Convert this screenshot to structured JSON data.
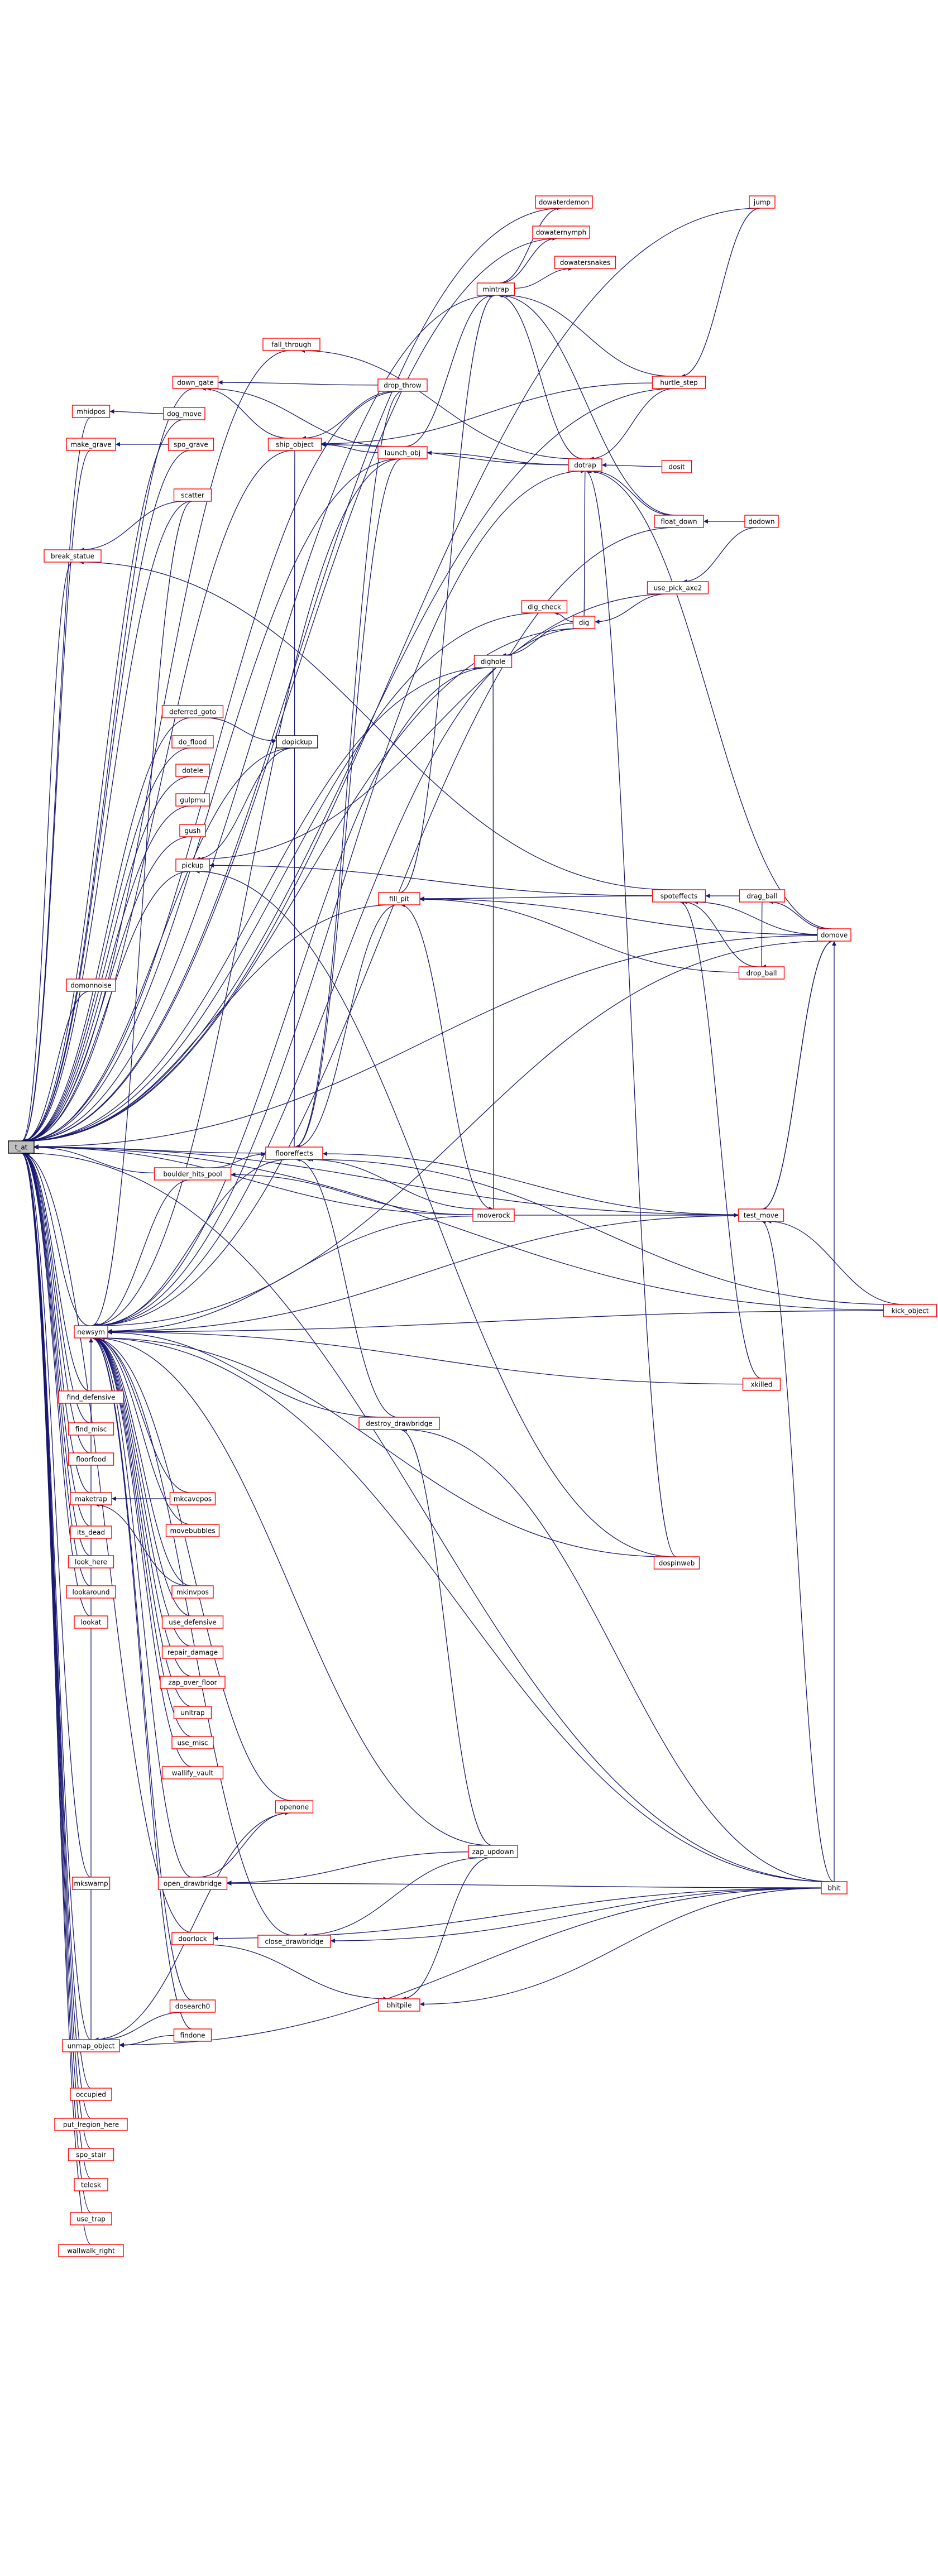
{
  "nodes": {
    "root": "t_at",
    "jump": "jump",
    "dowaterdemon": "dowaterdemon",
    "dowaternymph": "dowaternymph",
    "dowatersnakes": "dowatersnakes",
    "mintrap": "mintrap",
    "fall_through": "fall_through",
    "hurtle_step": "hurtle_step",
    "down_gate": "down_gate",
    "drop_throw": "drop_throw",
    "mhidpos": "mhidpos",
    "dog_move": "dog_move",
    "make_grave": "make_grave",
    "spo_grave": "spo_grave",
    "ship_object": "ship_object",
    "launch_obj": "launch_obj",
    "dotrap": "dotrap",
    "dosit": "dosit",
    "scatter": "scatter",
    "float_down": "float_down",
    "dodown": "dodown",
    "break_statue": "break_statue",
    "use_pick_axe2": "use_pick_axe2",
    "dig_check": "dig_check",
    "dig": "dig",
    "dighole": "dighole",
    "deferred_goto": "deferred_goto",
    "dopickup": "dopickup",
    "do_flood": "do_flood",
    "dotele": "dotele",
    "gulpmu": "gulpmu",
    "gush": "gush",
    "pickup": "pickup",
    "spoteffects": "spoteffects",
    "drag_ball": "drag_ball",
    "fill_pit": "fill_pit",
    "domove": "domove",
    "drop_ball": "drop_ball",
    "domonnoise": "domonnoise",
    "flooreffects": "flooreffects",
    "boulder_hits_pool": "boulder_hits_pool",
    "moverock": "moverock",
    "test_move": "test_move",
    "newsym": "newsym",
    "kick_object": "kick_object",
    "xkilled": "xkilled",
    "find_defensive": "find_defensive",
    "destroy_drawbridge": "destroy_drawbridge",
    "find_misc": "find_misc",
    "floorfood": "floorfood",
    "maketrap": "maketrap",
    "mkcavepos": "mkcavepos",
    "its_dead": "its_dead",
    "movebubbles": "movebubbles",
    "dospinweb": "dospinweb",
    "look_here": "look_here",
    "lookaround": "lookaround",
    "mkinvpos": "mkinvpos",
    "lookat": "lookat",
    "use_defensive": "use_defensive",
    "repair_damage": "repair_damage",
    "zap_over_floor": "zap_over_floor",
    "unltrap": "unltrap",
    "use_misc": "use_misc",
    "wallify_vault": "wallify_vault",
    "openone": "openone",
    "zap_updown": "zap_updown",
    "mkswamp": "mkswamp",
    "open_drawbridge": "open_drawbridge",
    "bhit": "bhit",
    "doorlock": "doorlock",
    "close_drawbridge": "close_drawbridge",
    "bhitpile": "bhitpile",
    "dosearch0": "dosearch0",
    "findone": "findone",
    "unmap_object": "unmap_object",
    "occupied": "occupied",
    "put_lregion_here": "put_lregion_here",
    "spo_stair": "spo_stair",
    "telesk": "telesk",
    "use_trap": "use_trap",
    "wallwalk_right": "wallwalk_right"
  },
  "colors": {
    "node_border_documented": "#ff0000",
    "node_border_undocumented": "#000000",
    "root_fill": "#bfbfbf",
    "edge": "#191970"
  }
}
